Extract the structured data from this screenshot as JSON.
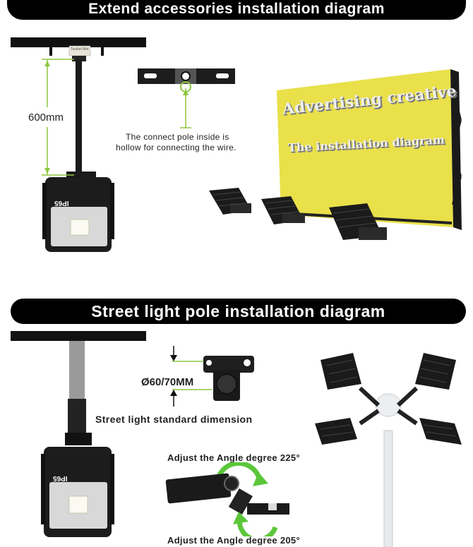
{
  "section1": {
    "title": "Extend accessories installation diagram",
    "dimension_label": "600mm",
    "plate_label": "Toolset Mnt",
    "ip_label": "IP65",
    "note_line1": "The connect pole inside is",
    "note_line2": "hollow for connecting the wire.",
    "billboard_line1": "Advertising creative",
    "billboard_line2": "The installation diagram"
  },
  "section2": {
    "title": "Street light pole installation diagram",
    "dimension_label": "Ø60/70MM",
    "standard_label": "Street light standard dimension",
    "ip_label": "IP65",
    "angle_top": "Adjust the Angle degree 225°",
    "angle_bottom": "Adjust the Angle degree 205°"
  },
  "colors": {
    "banner": "#000000",
    "guide_green": "#8dc63f",
    "billboard_yellow": "#e9e04a",
    "arrow_green": "#5cc63a",
    "led_white": "#f4f6ee"
  }
}
